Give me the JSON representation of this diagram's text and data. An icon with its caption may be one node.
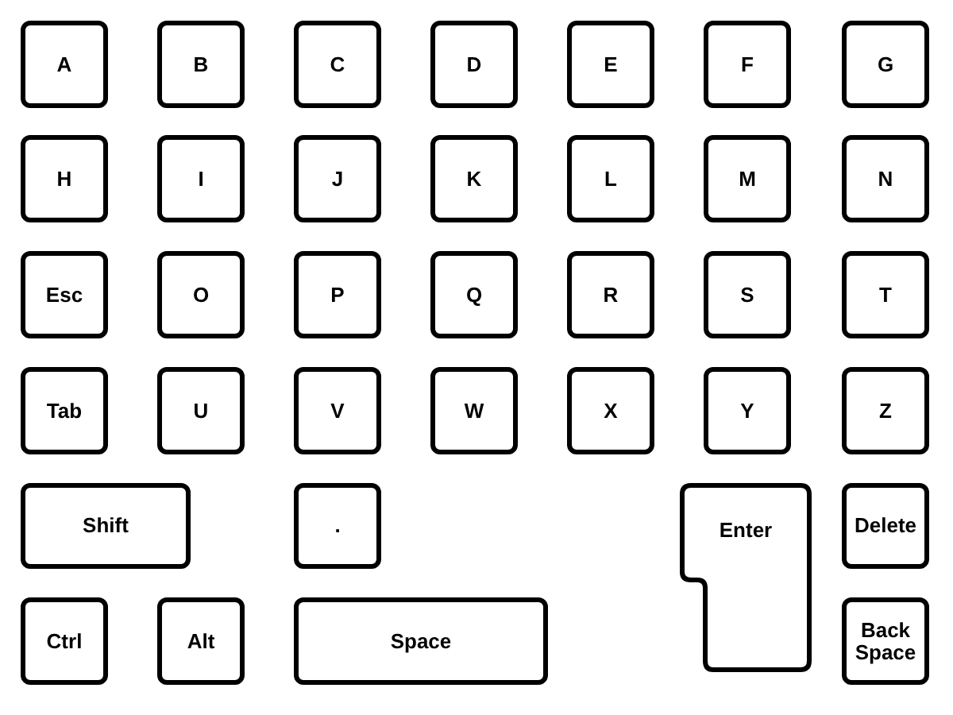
{
  "diagram": {
    "nodes": [
      {
        "text": [
          "A"
        ]
      },
      {
        "text": [
          "B"
        ]
      },
      {
        "text": [
          "C"
        ]
      },
      {
        "text": [
          "D"
        ]
      },
      {
        "text": [
          "E"
        ]
      },
      {
        "text": [
          "F"
        ]
      },
      {
        "text": [
          "G"
        ]
      },
      {
        "text": [
          "H"
        ]
      },
      {
        "text": [
          "I"
        ]
      },
      {
        "text": [
          "J"
        ]
      },
      {
        "text": [
          "K"
        ]
      },
      {
        "text": [
          "L"
        ]
      },
      {
        "text": [
          "M"
        ]
      },
      {
        "text": [
          "N"
        ]
      },
      {
        "text": [
          "Esc"
        ]
      },
      {
        "text": [
          "O"
        ]
      },
      {
        "text": [
          "P"
        ]
      },
      {
        "text": [
          "Q"
        ]
      },
      {
        "text": [
          "R"
        ]
      },
      {
        "text": [
          "S"
        ]
      },
      {
        "text": [
          "T"
        ]
      },
      {
        "text": [
          "Tab"
        ]
      },
      {
        "text": [
          "U"
        ]
      },
      {
        "text": [
          "V"
        ]
      },
      {
        "text": [
          "W"
        ]
      },
      {
        "text": [
          "X"
        ]
      },
      {
        "text": [
          "Y"
        ]
      },
      {
        "text": [
          "Z"
        ]
      },
      {
        "text": [
          "Shift"
        ]
      },
      {
        "text": [
          "."
        ]
      },
      {
        "text": [
          "Enter"
        ]
      },
      {
        "text": [
          "Delete"
        ]
      },
      {
        "text": [
          "Ctrl"
        ]
      },
      {
        "text": [
          "Alt"
        ]
      },
      {
        "text": [
          "Space"
        ]
      },
      {
        "text": [
          "Back Space"
        ]
      }
    ]
  }
}
